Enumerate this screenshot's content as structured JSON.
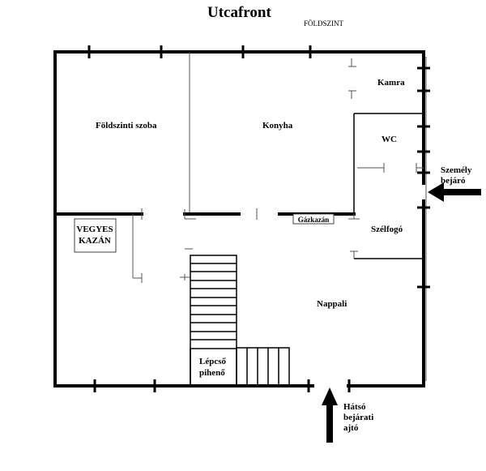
{
  "title": "Utcafront",
  "floor_label": "FÖLDSZINT",
  "rooms": {
    "foldszinti_szoba": "Földszinti szoba",
    "konyha": "Konyha",
    "kamra": "Kamra",
    "wc": "WC",
    "szelfogo": "Szélfogó",
    "nappali": "Nappali",
    "lepcso_line1": "Lépcső",
    "lepcso_line2": "pihenő"
  },
  "boiler": {
    "line1": "VEGYES",
    "line2": "KAZÁN"
  },
  "gas_boiler": "Gázkazán",
  "entrances": {
    "personal_line1": "Személy",
    "personal_line2": "bejáró",
    "back_line1": "Hátsó",
    "back_line2": "bejárati",
    "back_line3": "ajtó"
  }
}
